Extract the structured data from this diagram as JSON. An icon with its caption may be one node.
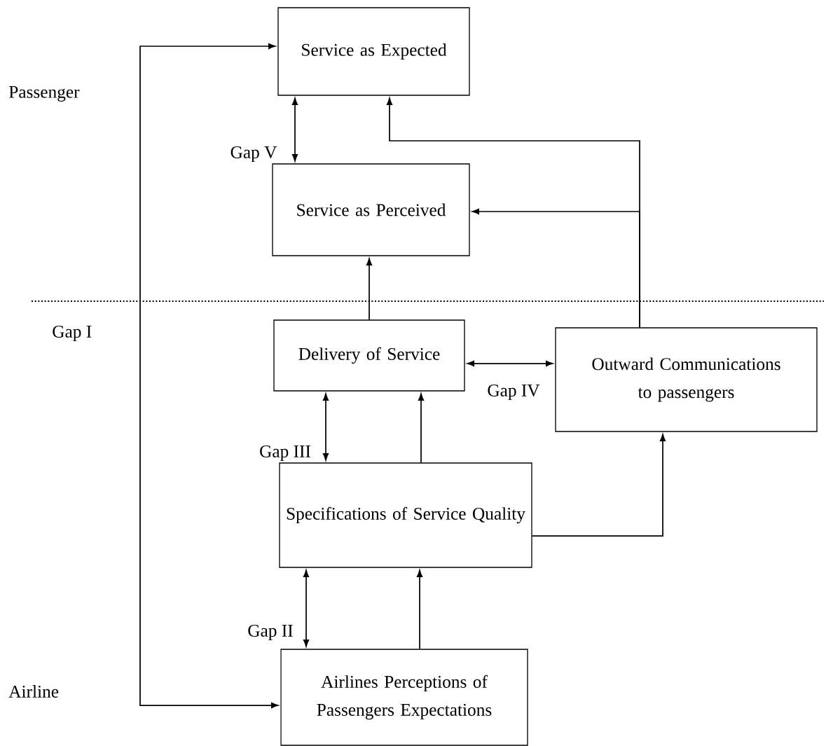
{
  "diagram": {
    "nodes": [
      {
        "text": [
          "Service as Expected"
        ]
      },
      {
        "text": [
          "Service as Perceived"
        ]
      },
      {
        "text": [
          "Delivery of Service"
        ]
      },
      {
        "text": [
          "Outward Communications to passengers"
        ]
      },
      {
        "text": [
          "Specifications of Service Quality"
        ]
      },
      {
        "text": [
          "Airlines Perceptions of Passengers Expectations"
        ]
      }
    ],
    "edges": [
      {
        "from": 0,
        "to": 1,
        "arrow": "both",
        "label": "Gap V"
      },
      {
        "from": 2,
        "to": 1,
        "arrow": "to"
      },
      {
        "from": 3,
        "to": 0,
        "arrow": "to"
      },
      {
        "from": 3,
        "to": 1,
        "arrow": "to"
      },
      {
        "from": 2,
        "to": 3,
        "arrow": "both",
        "label": "Gap IV"
      },
      {
        "from": 2,
        "to": 4,
        "arrow": "both",
        "label": "Gap III"
      },
      {
        "from": 4,
        "to": 2,
        "arrow": "to"
      },
      {
        "from": 4,
        "to": 3,
        "arrow": "to"
      },
      {
        "from": 5,
        "to": 4,
        "arrow": "both",
        "label": "Gap II"
      },
      {
        "from": 5,
        "to": 4,
        "arrow": "to"
      },
      {
        "from": 5,
        "to": 0,
        "arrow": "both"
      }
    ],
    "labels": [
      "Passenger",
      "Gap I",
      "Airline"
    ]
  }
}
